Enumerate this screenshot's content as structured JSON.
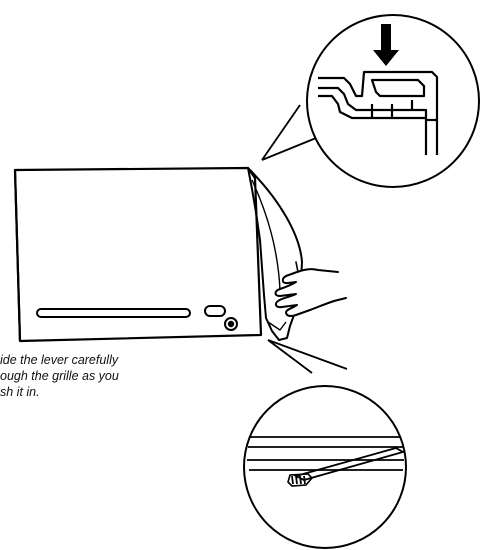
{
  "caption": {
    "lines": [
      "ide the lever carefully",
      "ough the grille as you",
      "sh it in."
    ]
  },
  "colors": {
    "ink": "#000000",
    "paper": "#ffffff"
  },
  "icons": {
    "arrow": "down-arrow-icon",
    "hand": "hand-icon",
    "knob": "knob-icon"
  }
}
